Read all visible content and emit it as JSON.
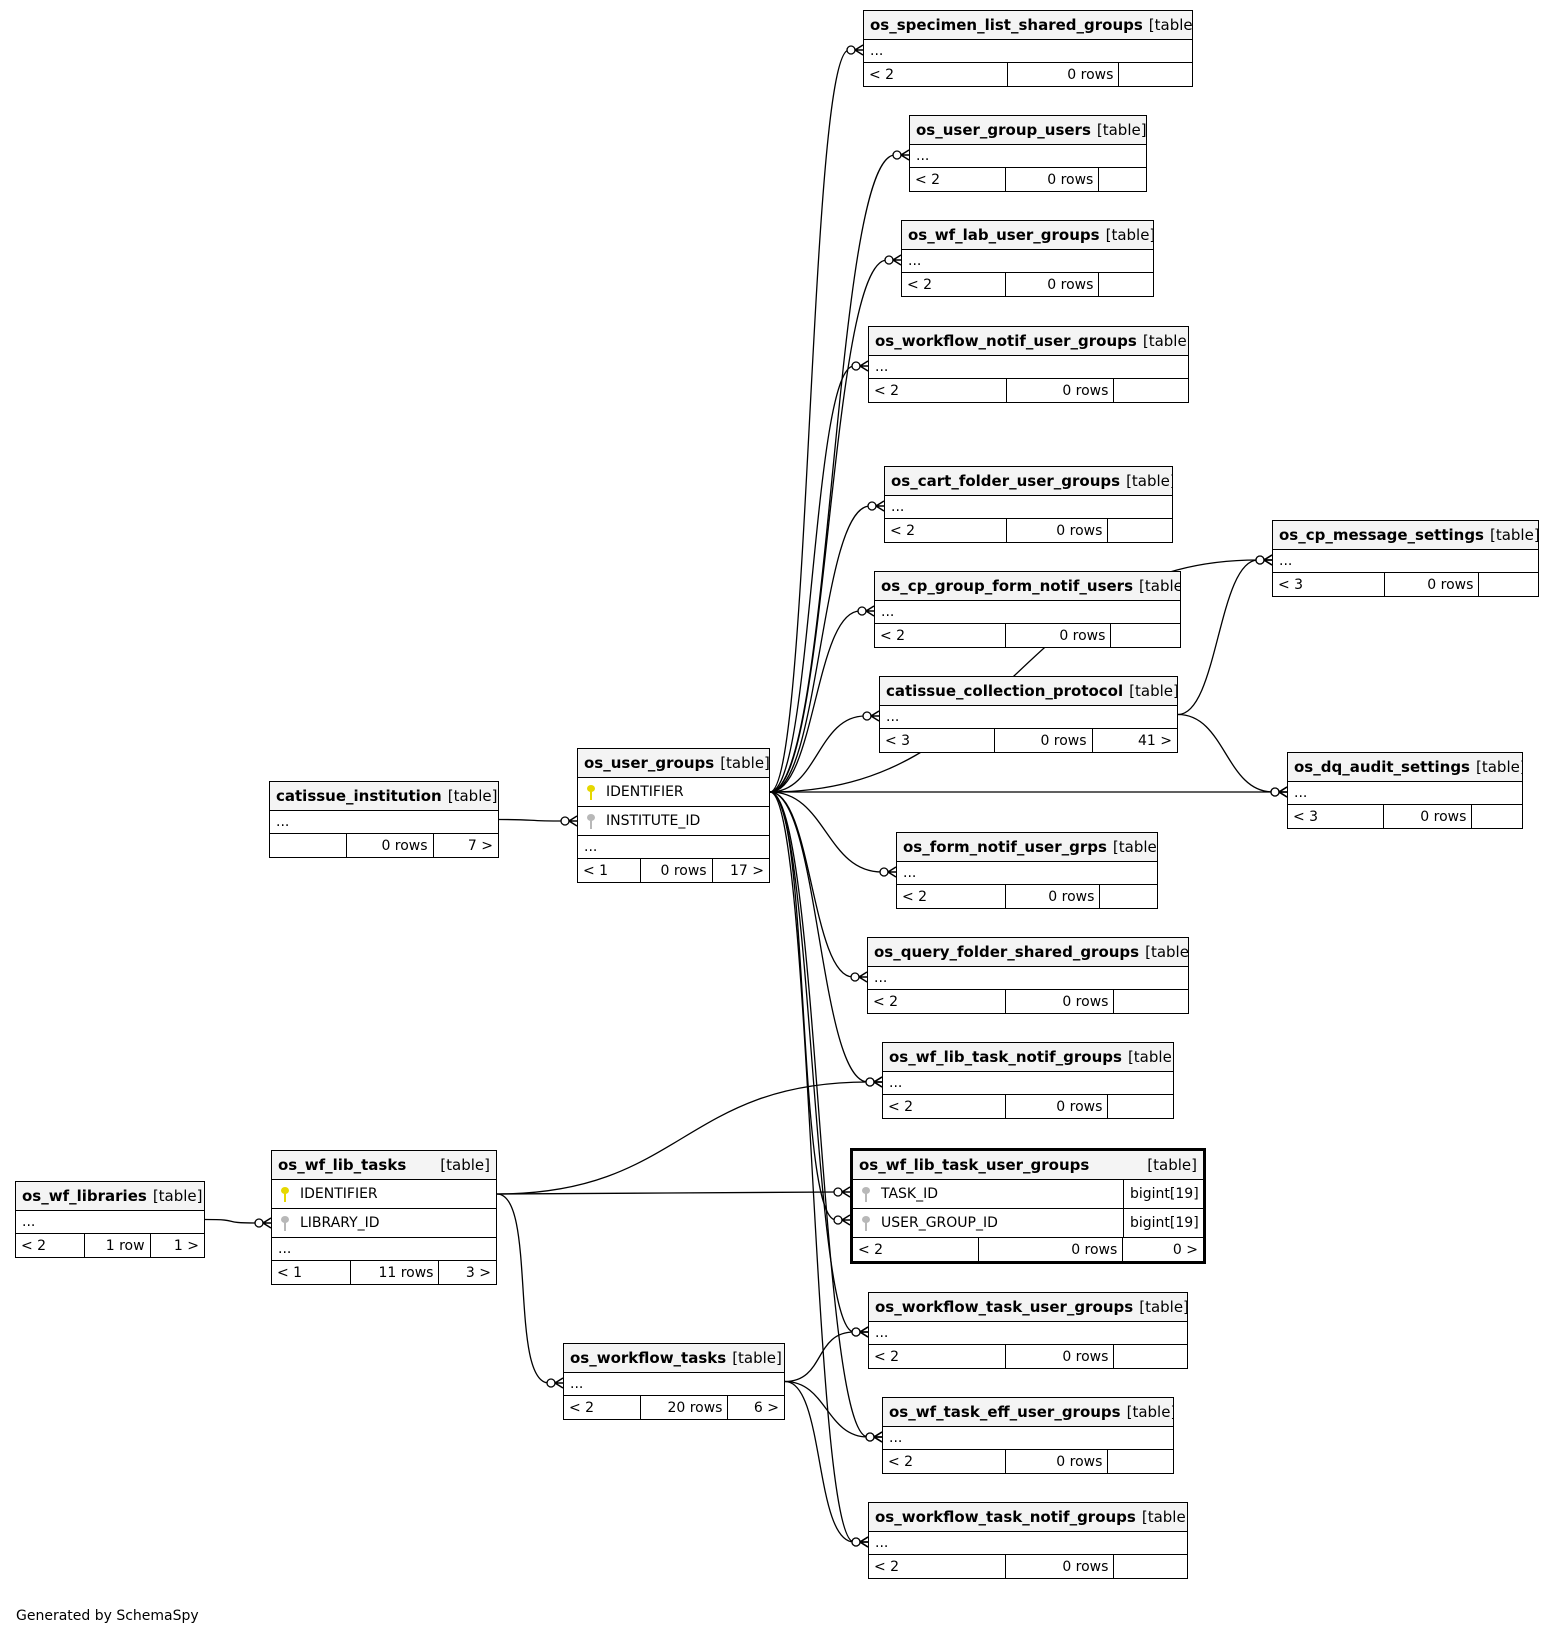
{
  "diagram": {
    "tables": [
      {
        "id": "t_spec",
        "name": "os_specimen_list_shared_groups",
        "kind": "[table]",
        "rows": [
          "..."
        ],
        "stats": {
          "left": "< 2",
          "count": "0 rows",
          "right": ""
        }
      },
      {
        "id": "t_ugu",
        "name": "os_user_group_users",
        "kind": "[table]",
        "rows": [
          "..."
        ],
        "stats": {
          "left": "< 2",
          "count": "0 rows",
          "right": ""
        }
      },
      {
        "id": "t_wflab",
        "name": "os_wf_lab_user_groups",
        "kind": "[table]",
        "rows": [
          "..."
        ],
        "stats": {
          "left": "< 2",
          "count": "0 rows",
          "right": ""
        }
      },
      {
        "id": "t_wfnotif",
        "name": "os_workflow_notif_user_groups",
        "kind": "[table]",
        "rows": [
          "..."
        ],
        "stats": {
          "left": "< 2",
          "count": "0 rows",
          "right": ""
        }
      },
      {
        "id": "t_cart",
        "name": "os_cart_folder_user_groups",
        "kind": "[table]",
        "rows": [
          "..."
        ],
        "stats": {
          "left": "< 2",
          "count": "0 rows",
          "right": ""
        }
      },
      {
        "id": "t_cpmsg",
        "name": "os_cp_message_settings",
        "kind": "[table]",
        "rows": [
          "..."
        ],
        "stats": {
          "left": "< 3",
          "count": "0 rows",
          "right": ""
        }
      },
      {
        "id": "t_cpgroup",
        "name": "os_cp_group_form_notif_users",
        "kind": "[table]",
        "rows": [
          "..."
        ],
        "stats": {
          "left": "< 2",
          "count": "0 rows",
          "right": ""
        }
      },
      {
        "id": "t_cp",
        "name": "catissue_collection_protocol",
        "kind": "[table]",
        "rows": [
          "..."
        ],
        "stats": {
          "left": "< 3",
          "count": "0 rows",
          "right": "41 >"
        }
      },
      {
        "id": "t_dq",
        "name": "os_dq_audit_settings",
        "kind": "[table]",
        "rows": [
          "..."
        ],
        "stats": {
          "left": "< 3",
          "count": "0 rows",
          "right": ""
        }
      },
      {
        "id": "t_inst",
        "name": "catissue_institution",
        "kind": "[table]",
        "rows": [
          "..."
        ],
        "stats": {
          "left": "",
          "count": "0 rows",
          "right": "7 >"
        }
      },
      {
        "id": "t_ug",
        "name": "os_user_groups",
        "kind": "[table]",
        "columns": [
          {
            "name": "IDENTIFIER",
            "key": "pk"
          },
          {
            "name": "INSTITUTE_ID",
            "key": "fk"
          }
        ],
        "rows": [
          "..."
        ],
        "stats": {
          "left": "< 1",
          "count": "0 rows",
          "right": "17 >"
        }
      },
      {
        "id": "t_form",
        "name": "os_form_notif_user_grps",
        "kind": "[table]",
        "rows": [
          "..."
        ],
        "stats": {
          "left": "< 2",
          "count": "0 rows",
          "right": ""
        }
      },
      {
        "id": "t_query",
        "name": "os_query_folder_shared_groups",
        "kind": "[table]",
        "rows": [
          "..."
        ],
        "stats": {
          "left": "< 2",
          "count": "0 rows",
          "right": ""
        }
      },
      {
        "id": "t_libnotif",
        "name": "os_wf_lib_task_notif_groups",
        "kind": "[table]",
        "rows": [
          "..."
        ],
        "stats": {
          "left": "< 2",
          "count": "0 rows",
          "right": ""
        }
      },
      {
        "id": "t_main",
        "name": "os_wf_lib_task_user_groups",
        "kind": "[table]",
        "focus": true,
        "columns": [
          {
            "name": "TASK_ID",
            "key": "fk",
            "type": "bigint[19]"
          },
          {
            "name": "USER_GROUP_ID",
            "key": "fk",
            "type": "bigint[19]"
          }
        ],
        "stats": {
          "left": "< 2",
          "count": "0 rows",
          "right": "0 >"
        }
      },
      {
        "id": "t_libs",
        "name": "os_wf_libraries",
        "kind": "[table]",
        "rows": [
          "..."
        ],
        "stats": {
          "left": "< 2",
          "count": "1 row",
          "right": "1 >"
        }
      },
      {
        "id": "t_libtasks",
        "name": "os_wf_lib_tasks",
        "kind": "[table]",
        "columns": [
          {
            "name": "IDENTIFIER",
            "key": "pk"
          },
          {
            "name": "LIBRARY_ID",
            "key": "fk"
          }
        ],
        "rows": [
          "..."
        ],
        "stats": {
          "left": "< 1",
          "count": "11 rows",
          "right": "3 >"
        }
      },
      {
        "id": "t_wtug",
        "name": "os_workflow_task_user_groups",
        "kind": "[table]",
        "rows": [
          "..."
        ],
        "stats": {
          "left": "< 2",
          "count": "0 rows",
          "right": ""
        }
      },
      {
        "id": "t_wtasks",
        "name": "os_workflow_tasks",
        "kind": "[table]",
        "rows": [
          "..."
        ],
        "stats": {
          "left": "< 2",
          "count": "20 rows",
          "right": "6 >"
        }
      },
      {
        "id": "t_eff",
        "name": "os_wf_task_eff_user_groups",
        "kind": "[table]",
        "rows": [
          "..."
        ],
        "stats": {
          "left": "< 2",
          "count": "0 rows",
          "right": ""
        }
      },
      {
        "id": "t_wtn",
        "name": "os_workflow_task_notif_groups",
        "kind": "[table]",
        "rows": [
          "..."
        ],
        "stats": {
          "left": "< 2",
          "count": "0 rows",
          "right": ""
        }
      }
    ],
    "relationships": [
      {
        "from": "t_inst",
        "to": "t_ug"
      },
      {
        "from": "t_ug",
        "to": "t_spec"
      },
      {
        "from": "t_ug",
        "to": "t_ugu"
      },
      {
        "from": "t_ug",
        "to": "t_wflab"
      },
      {
        "from": "t_ug",
        "to": "t_wfnotif"
      },
      {
        "from": "t_ug",
        "to": "t_cart"
      },
      {
        "from": "t_ug",
        "to": "t_cpgroup"
      },
      {
        "from": "t_ug",
        "to": "t_cp"
      },
      {
        "from": "t_ug",
        "to": "t_cpmsg"
      },
      {
        "from": "t_ug",
        "to": "t_dq"
      },
      {
        "from": "t_ug",
        "to": "t_form"
      },
      {
        "from": "t_ug",
        "to": "t_query"
      },
      {
        "from": "t_ug",
        "to": "t_libnotif"
      },
      {
        "from": "t_ug",
        "to": "t_main"
      },
      {
        "from": "t_ug",
        "to": "t_wtug"
      },
      {
        "from": "t_ug",
        "to": "t_eff"
      },
      {
        "from": "t_ug",
        "to": "t_wtn"
      },
      {
        "from": "t_cp",
        "to": "t_cpmsg"
      },
      {
        "from": "t_cp",
        "to": "t_dq"
      },
      {
        "from": "t_libs",
        "to": "t_libtasks"
      },
      {
        "from": "t_libtasks",
        "to": "t_libnotif"
      },
      {
        "from": "t_libtasks",
        "to": "t_main"
      },
      {
        "from": "t_libtasks",
        "to": "t_wtasks"
      },
      {
        "from": "t_wtasks",
        "to": "t_wtug"
      },
      {
        "from": "t_wtasks",
        "to": "t_eff"
      },
      {
        "from": "t_wtasks",
        "to": "t_wtn"
      }
    ]
  },
  "footer": {
    "text": "Generated by SchemaSpy"
  }
}
